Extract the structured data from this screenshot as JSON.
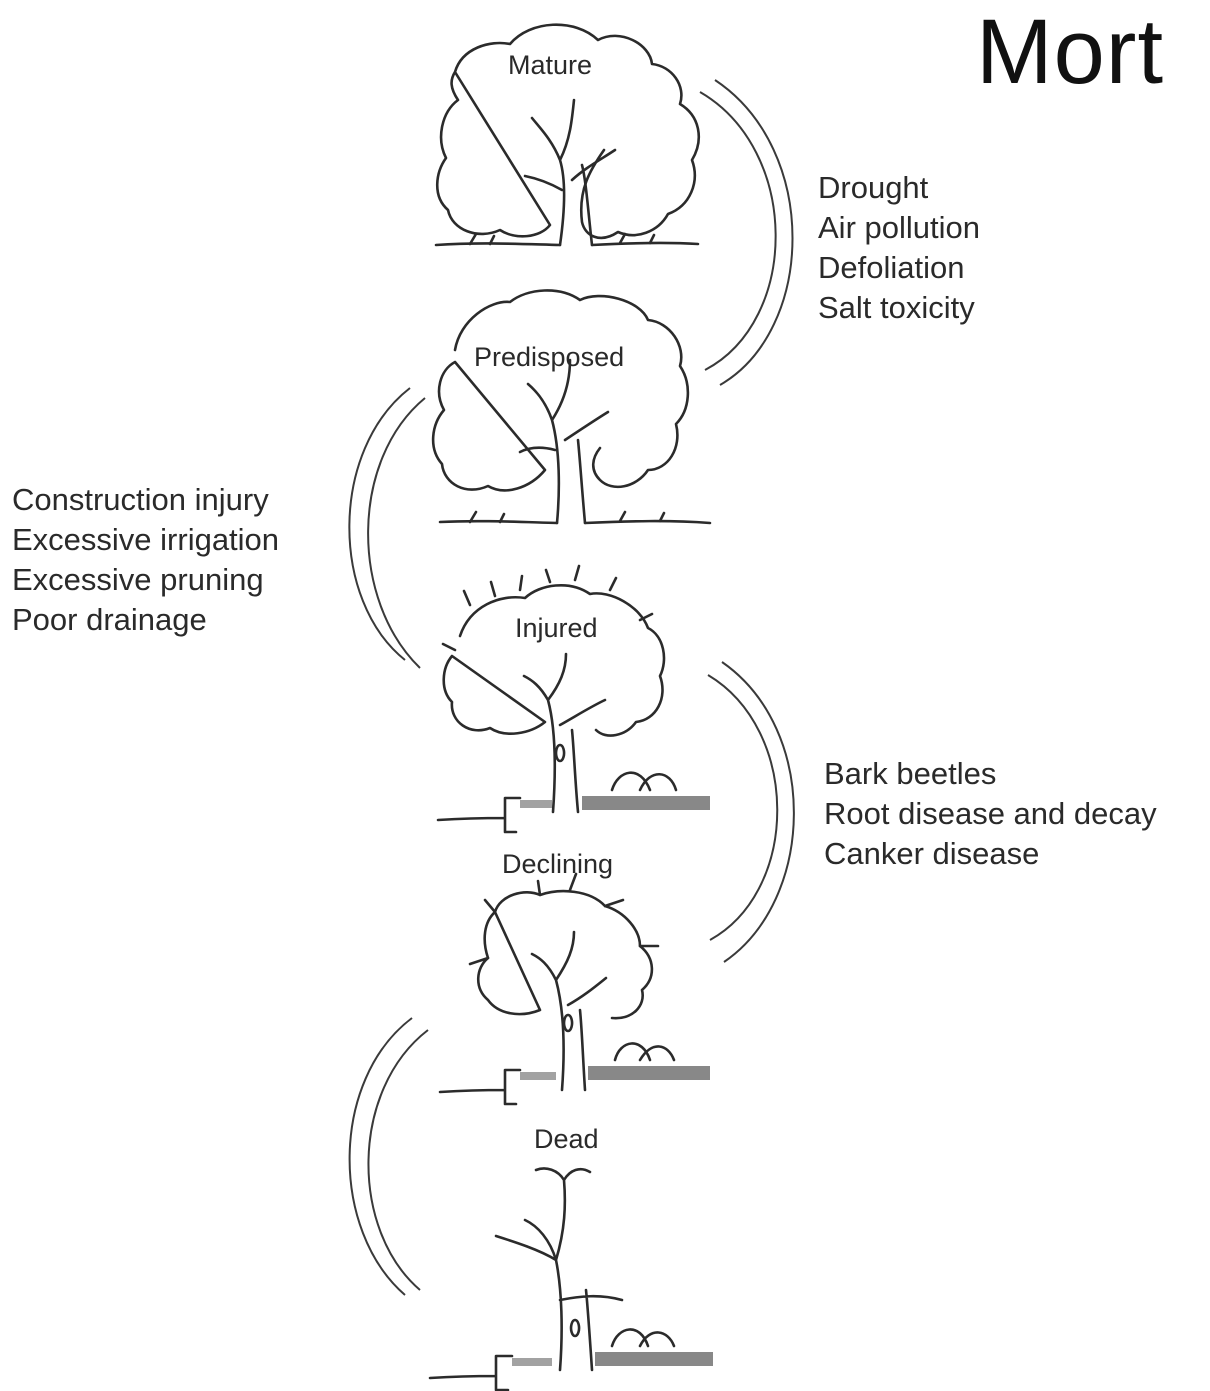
{
  "title": "Mort",
  "stages": [
    {
      "label": "Mature"
    },
    {
      "label": "Predisposed"
    },
    {
      "label": "Injured"
    },
    {
      "label": "Declining"
    },
    {
      "label": "Dead"
    }
  ],
  "factor_groups": [
    {
      "items": [
        "Drought",
        "Air pollution",
        "Defoliation",
        "Salt toxicity"
      ]
    },
    {
      "items": [
        "Construction injury",
        "Excessive irrigation",
        "Excessive pruning",
        "Poor drainage"
      ]
    },
    {
      "items": [
        "Bark beetles",
        "Root disease and decay",
        "Canker disease"
      ]
    }
  ],
  "colors": {
    "ink": "#2b2b2b",
    "background": "#ffffff"
  }
}
